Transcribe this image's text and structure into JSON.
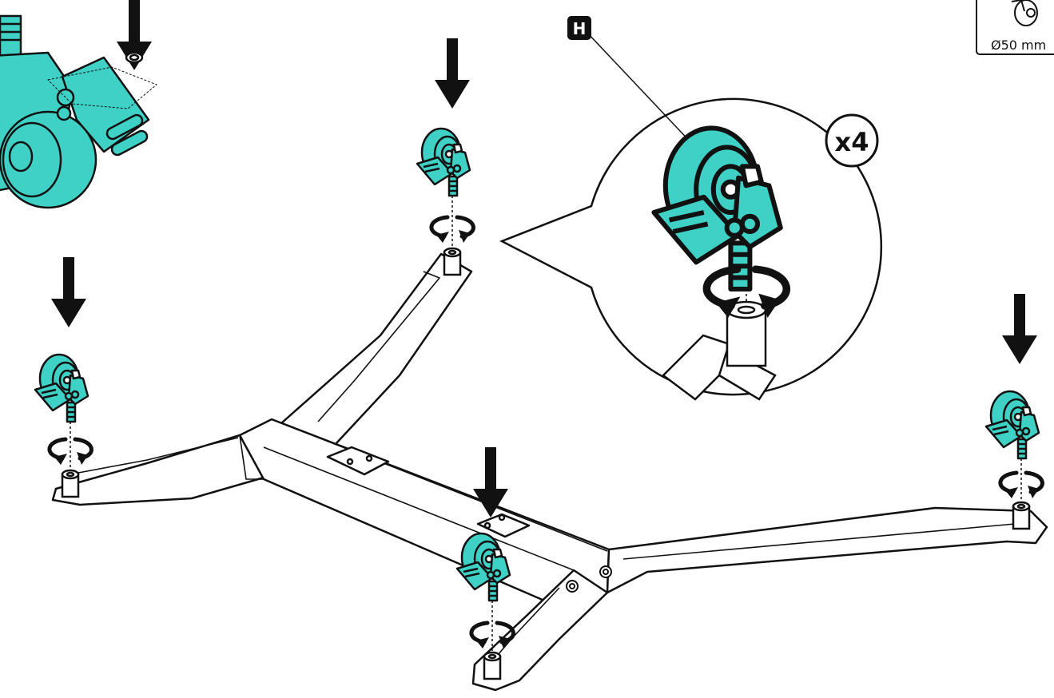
{
  "figure": {
    "part_label": "H",
    "quantity_label": "x4",
    "size_caption": "Ø50 mm"
  },
  "colors": {
    "caster": "#3fd1c6",
    "caster_dark": "#27a59c",
    "frame_fill": "#ffffff",
    "outline": "#111111",
    "arrow": "#111111"
  },
  "icons": {
    "insert_arrow": "down-arrow-icon",
    "rotate": "rotate-cw-icon",
    "caster": "caster-wheel-icon"
  }
}
